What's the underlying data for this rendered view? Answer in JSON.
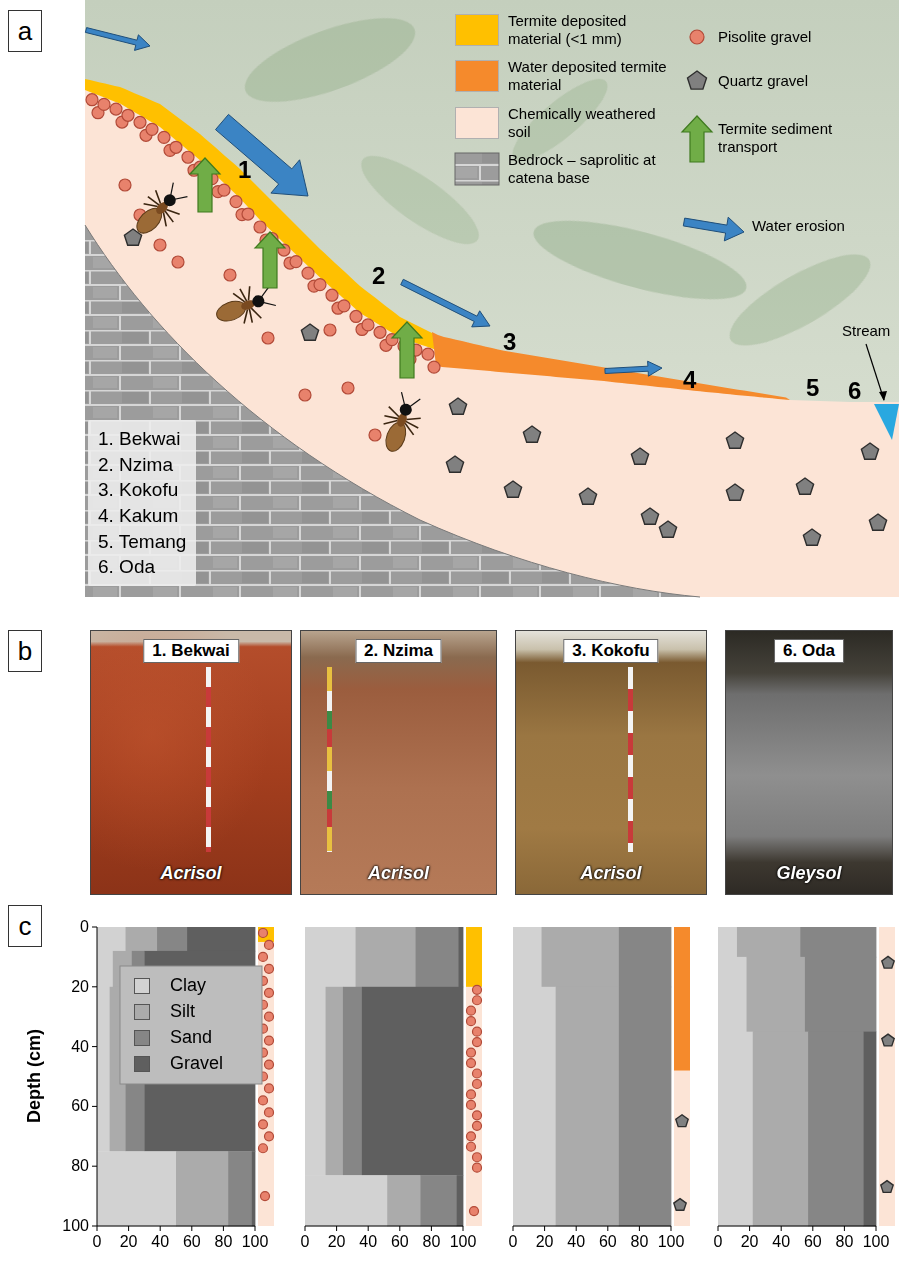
{
  "diagram": {
    "nodes": [
      {
        "text": [
          "a"
        ]
      },
      {
        "text": [
          "1. Bekwai",
          "2. Nzima",
          "3. Kokofu",
          "4. Kakum",
          "5. Temang",
          "6. Oda"
        ]
      },
      {
        "text": [
          "b"
        ]
      },
      {
        "text": [
          "1. Bekwai",
          "Acrisol"
        ]
      },
      {
        "text": [
          "2. Nzima",
          "Acrisol"
        ]
      },
      {
        "text": [
          "3. Kokofu",
          "Acrisol"
        ]
      },
      {
        "text": [
          "6. Oda",
          "Gleysol"
        ]
      },
      {
        "text": [
          "c"
        ]
      }
    ],
    "labels": [
      "1",
      "2",
      "3",
      "4",
      "5",
      "6",
      "Stream",
      "Depth (cm)",
      "0",
      "20",
      "40",
      "60",
      "80",
      "100",
      "0",
      "20",
      "40",
      "60",
      "80",
      "100",
      "0",
      "20",
      "40",
      "60",
      "80",
      "100",
      "0",
      "20",
      "40",
      "60",
      "80",
      "100",
      "0",
      "20",
      "40",
      "60",
      "80",
      "100"
    ],
    "legend": [
      {
        "text": "Termite deposited material (<1 mm)",
        "color": "#FFC000"
      },
      {
        "text": "Water deposited termite material",
        "color": "#F58A2C"
      },
      {
        "text": "Chemically weathered soil",
        "color": "#FCE4D6"
      },
      {
        "text": "Bedrock – saprolitic at catena base"
      },
      {
        "text": "Pisolite gravel"
      },
      {
        "text": "Quartz gravel"
      },
      {
        "text": "Termite sediment transport"
      },
      {
        "text": "Water erosion"
      },
      {
        "text": "Clay",
        "color": "#D2D2D2"
      },
      {
        "text": "Silt",
        "color": "#ABABAB"
      },
      {
        "text": "Sand",
        "color": "#868686"
      },
      {
        "text": "Gravel",
        "color": "#5F5F5F"
      }
    ]
  }
}
